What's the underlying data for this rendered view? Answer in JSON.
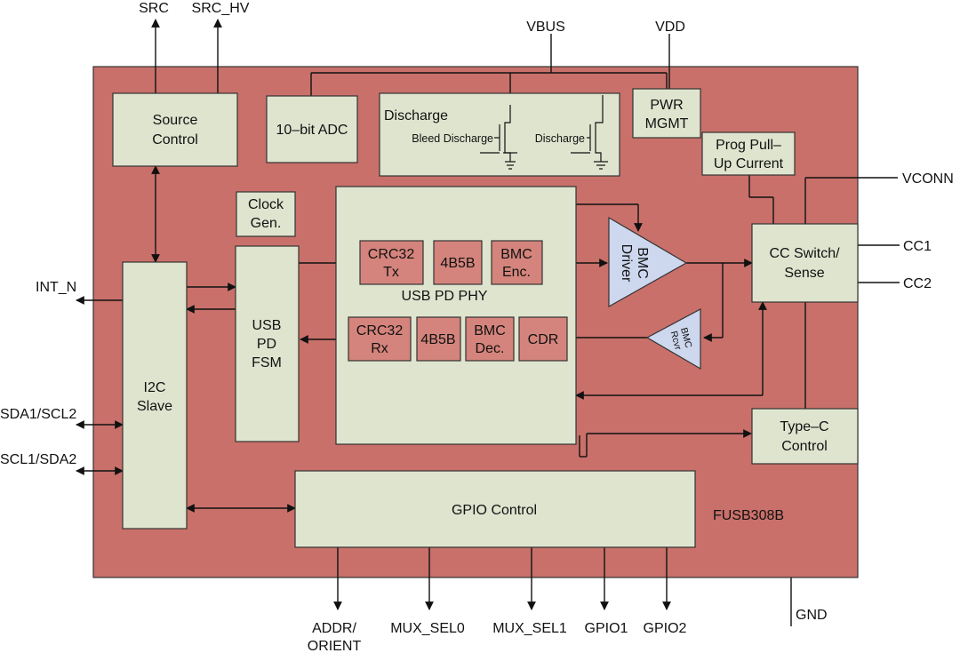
{
  "chip_name": "FUSB308B",
  "pins": {
    "src": "SRC",
    "src_hv": "SRC_HV",
    "vbus": "VBUS",
    "vdd": "VDD",
    "vconn": "VCONN",
    "cc1": "CC1",
    "cc2": "CC2",
    "int_n": "INT_N",
    "sda1_scl2": "SDA1/SCL2",
    "scl1_sda2": "SCL1/SDA2",
    "addr_line1": "ADDR/",
    "addr_line2": "ORIENT",
    "mux_sel0": "MUX_SEL0",
    "mux_sel1": "MUX_SEL1",
    "gpio1": "GPIO1",
    "gpio2": "GPIO2",
    "gnd": "GND"
  },
  "blocks": {
    "source_control": [
      "Source",
      "Control"
    ],
    "adc": "10–bit ADC",
    "discharge_title": "Discharge",
    "bleed_discharge": "Bleed Discharge",
    "discharge_fet": "Discharge",
    "pwr_mgmt": [
      "PWR",
      "MGMT"
    ],
    "prog_pullup": [
      "Prog Pull–",
      "Up Current"
    ],
    "clock_gen": [
      "Clock",
      "Gen."
    ],
    "usb_pd_fsm": [
      "USB",
      "PD",
      "FSM"
    ],
    "usb_pd_phy": "USB PD PHY",
    "crc32_tx": [
      "CRC32",
      "Tx"
    ],
    "b4b5_tx": "4B5B",
    "bmc_enc": [
      "BMC",
      "Enc."
    ],
    "crc32_rx": [
      "CRC32",
      "Rx"
    ],
    "b4b5_rx": "4B5B",
    "bmc_dec": [
      "BMC",
      "Dec."
    ],
    "cdr": "CDR",
    "bmc_driver": [
      "BMC",
      "Driver"
    ],
    "bmc_rcvr": [
      "BMC",
      "Rcvr"
    ],
    "cc_switch": [
      "CC Switch/",
      "Sense"
    ],
    "type_c_control": [
      "Type–C",
      "Control"
    ],
    "i2c_slave": [
      "I2C",
      "Slave"
    ],
    "gpio_control": "GPIO Control"
  },
  "colors": {
    "chip_fill": "#c9706a",
    "block_fill": "#dfe4cf",
    "sub_block_fill": "#d4847c",
    "amp_fill": "#cdd7ee"
  }
}
